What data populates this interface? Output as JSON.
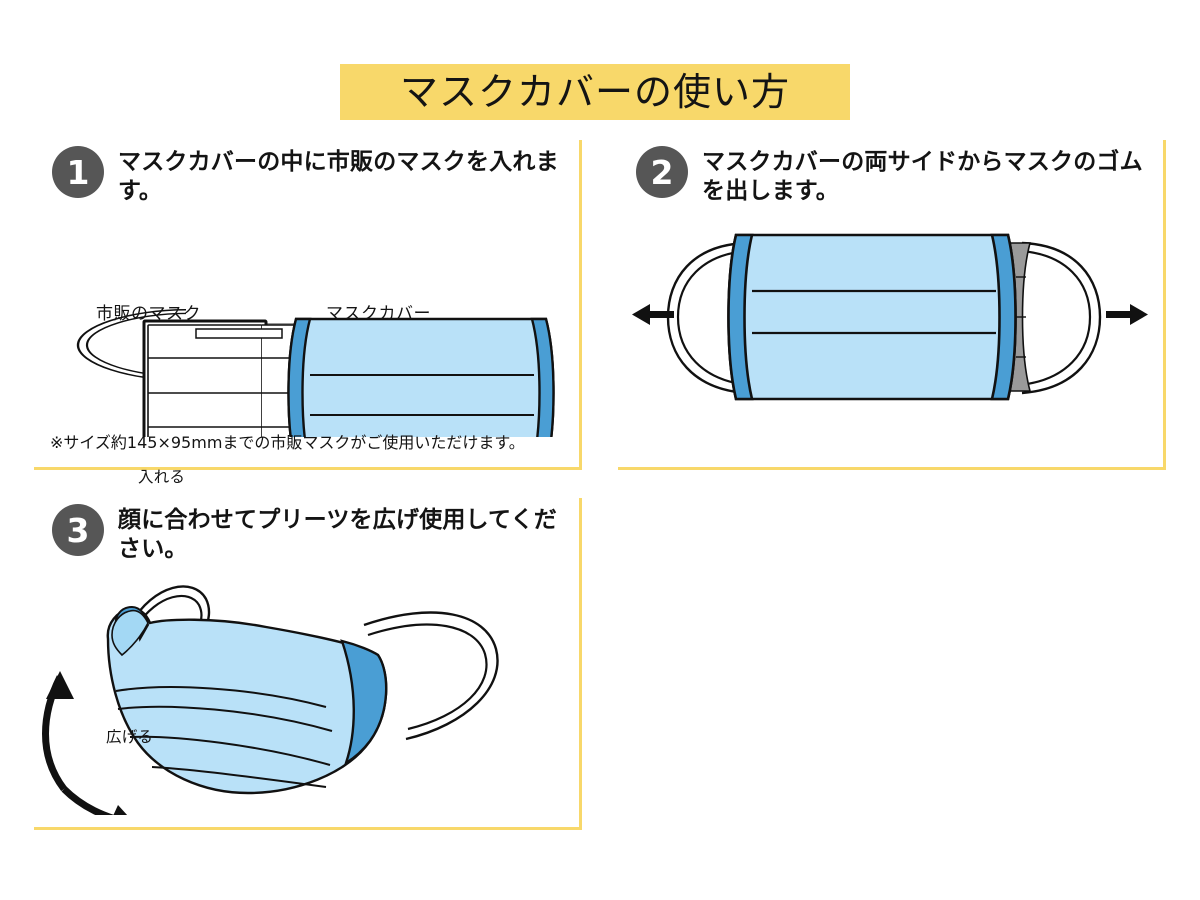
{
  "title": {
    "text": "マスクカバーの使い方",
    "banner_color": "#f8d86a"
  },
  "colors": {
    "accent": "#f8d86a",
    "badge": "#565656",
    "cover_light_blue": "#b9e1f8",
    "cover_mid_blue": "#a3d8f4",
    "cover_dark_blue": "#4a9ed4",
    "outline": "#111111",
    "mask_white": "#ffffff",
    "mask_gray": "#9a9a9a"
  },
  "steps": [
    {
      "number": "1",
      "title": "マスクカバーの中に市販のマスクを入れます。",
      "labels": {
        "mask": "市販のマスク",
        "cover": "マスクカバー"
      },
      "action_note": "入れる",
      "footnote": "※サイズ約145×95mmまでの市販マスクがご使用いただけます。"
    },
    {
      "number": "2",
      "title": "マスクカバーの両サイドからマスクのゴムを出します。",
      "arrow_left": "left-arrow-icon",
      "arrow_right": "right-arrow-icon"
    },
    {
      "number": "3",
      "title": "顔に合わせてプリーツを広げ使用してください。",
      "action_note": "広げる"
    }
  ]
}
